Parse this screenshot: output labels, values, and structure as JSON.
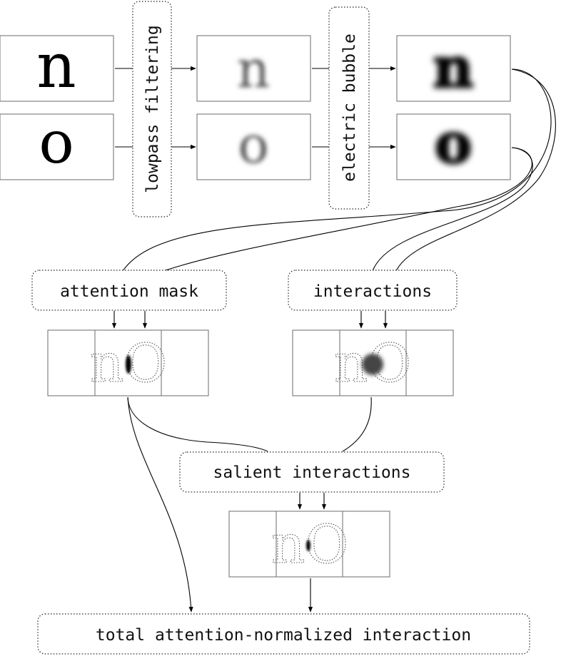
{
  "letters": {
    "n": "n",
    "o": "o"
  },
  "labels": {
    "lowpass": "lowpass filtering",
    "electric": "electric bubble",
    "attention": "attention mask",
    "interactions": "interactions",
    "salient": "salient interactions",
    "total": "total attention-normalized interaction"
  },
  "overlay_text": {
    "attention": "nO",
    "interactions": "nO",
    "salient": "nO"
  },
  "colors": {
    "box_stroke": "#6b6b6b",
    "ink": "#111111"
  }
}
